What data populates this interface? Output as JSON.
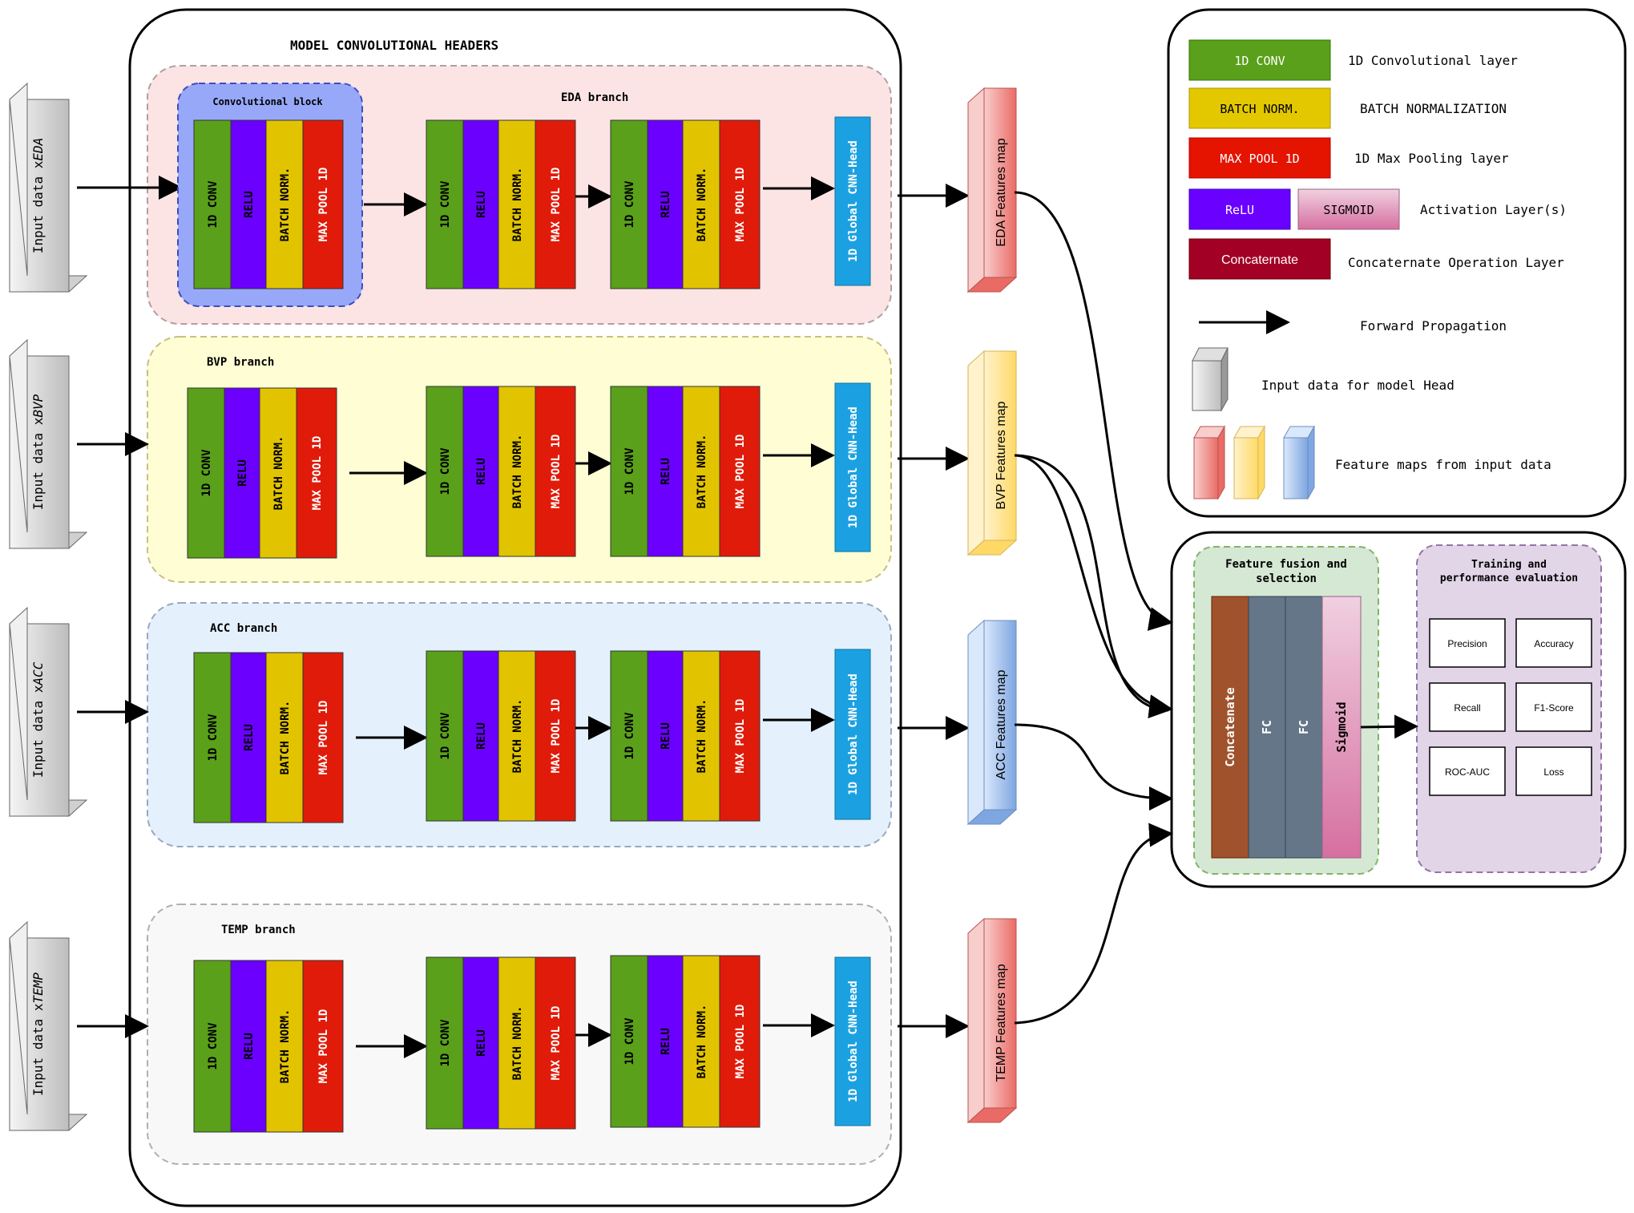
{
  "header_title": "MODEL CONVOLUTIONAL HEADERS",
  "conv_block_label": "Convolutional block",
  "layers": {
    "conv": "1D CONV",
    "relu": "RELU",
    "bn": "BATCH NORM.",
    "pool": "MAX POOL 1D",
    "global_head": "1D Global CNN-Head"
  },
  "branches": [
    {
      "key": "eda",
      "label": "EDA branch",
      "input": "Input data x",
      "input_sub": "EDA",
      "feature": "EDA Features map",
      "fill": "#fde4e4",
      "feat_color": "#f08a8a"
    },
    {
      "key": "bvp",
      "label": "BVP branch",
      "input": "Input data x",
      "input_sub": "BVP",
      "feature": "BVP Features map",
      "fill": "#fefdd4",
      "feat_color": "#fdd46a"
    },
    {
      "key": "acc",
      "label": "ACC branch",
      "input": "Input data x",
      "input_sub": "ACC",
      "feature": "ACC Features map",
      "fill": "#e4f0fc",
      "feat_color": "#8fb3e6"
    },
    {
      "key": "temp",
      "label": "TEMP branch",
      "input": "Input data x",
      "input_sub": "TEMP",
      "feature": "TEMP Features map",
      "fill": "#f8f8f8",
      "feat_color": "#f08a8a"
    }
  ],
  "legend": {
    "conv_box": "1D CONV",
    "conv_desc": "1D Convolutional layer",
    "bn_box": "BATCH NORM.",
    "bn_desc": "BATCH NORMALIZATION",
    "pool_box": "MAX POOL 1D",
    "pool_desc": "1D Max Pooling layer",
    "relu_box": "ReLU",
    "sigmoid_box": "SIGMOID",
    "act_desc": "Activation Layer(s)",
    "concat_box": "Concaternate",
    "concat_desc": "Concaternate Operation Layer",
    "forward_desc": "Forward Propagation",
    "input_desc": "Input data for model Head",
    "feature_desc": "Feature maps from input data"
  },
  "fusion": {
    "title_line1": "Feature fusion and",
    "title_line2": "selection",
    "concat": "Concatenate",
    "fc1": "FC",
    "fc2": "FC",
    "sigmoid": "Sigmoid"
  },
  "training": {
    "title_line1": "Training and",
    "title_line2": "performance evaluation",
    "metrics": [
      "Precision",
      "Accuracy",
      "Recall",
      "F1-Score",
      "ROC-AUC",
      "Loss"
    ]
  },
  "colors": {
    "conv": "#5aa01a",
    "relu": "#6b00ff",
    "bn": "#e2c300",
    "pool": "#e11b0a",
    "head": "#1ba1e2",
    "concat": "#a0522d",
    "fc": "#647687",
    "sigmoid": "#de82ac",
    "concat_legend": "#a20025",
    "fusion_fill": "#d5e8d4",
    "training_fill": "#e1d5e7",
    "conv_block_fill": "#98a8f8"
  }
}
